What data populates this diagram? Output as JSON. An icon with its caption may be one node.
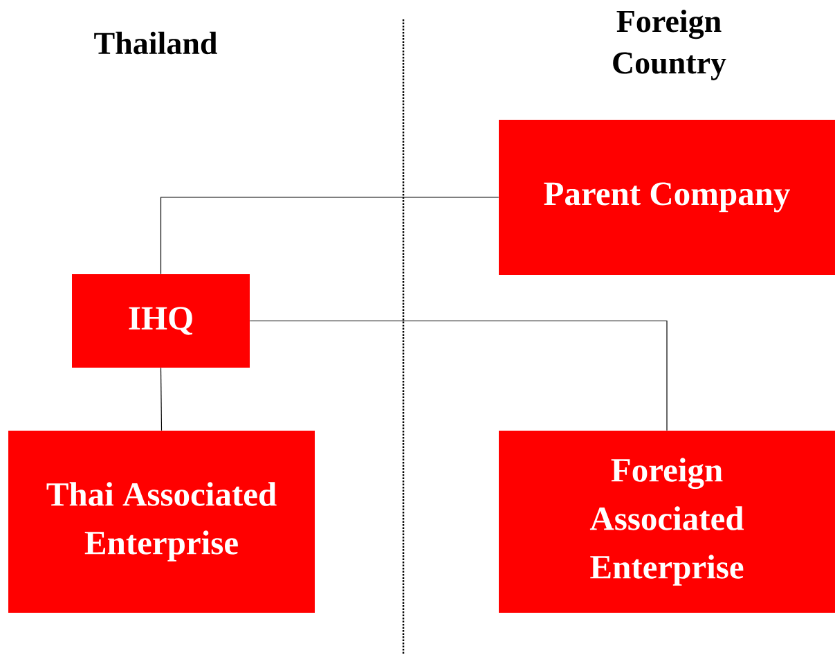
{
  "diagram": {
    "nodes": [
      {
        "text": [
          "Parent Company"
        ]
      },
      {
        "text": [
          "IHQ"
        ]
      },
      {
        "text": [
          "Thai Associated Enterprise"
        ]
      },
      {
        "text": [
          "Foreign Associated Enterprise"
        ]
      }
    ],
    "edges": [
      {
        "from": 0,
        "to": 1,
        "arrow": "none"
      },
      {
        "from": 1,
        "to": 2,
        "arrow": "none"
      },
      {
        "from": 1,
        "to": 3,
        "arrow": "none"
      }
    ],
    "labels": [
      "Thailand",
      "Foreign Country"
    ]
  }
}
